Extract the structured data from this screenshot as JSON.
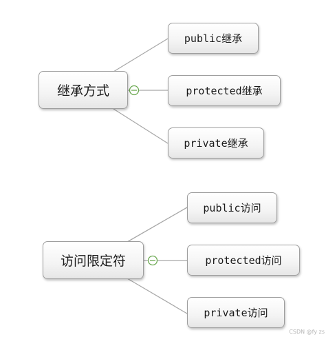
{
  "diagrams": [
    {
      "root": {
        "label": "继承方式"
      },
      "children": [
        {
          "label": "public继承"
        },
        {
          "label": "protected继承"
        },
        {
          "label": "private继承"
        }
      ]
    },
    {
      "root": {
        "label": "访问限定符"
      },
      "children": [
        {
          "label": "public访问"
        },
        {
          "label": "protected访问"
        },
        {
          "label": "private访问"
        }
      ]
    }
  ],
  "watermark": "CSDN @fy zs",
  "colors": {
    "line": "#a8a8a8",
    "collapse_toggle": "#6aa84f",
    "node_border": "#9e9e9e"
  }
}
